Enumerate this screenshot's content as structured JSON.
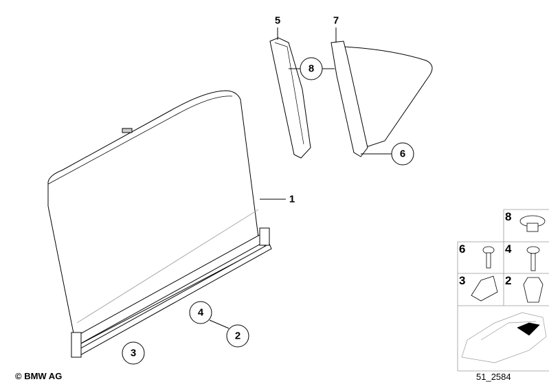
{
  "callouts": {
    "c1": "1",
    "c2": "2",
    "c3": "3",
    "c4": "4",
    "c5": "5",
    "c6": "6",
    "c7": "7",
    "c8": "8"
  },
  "legend": {
    "g8": "8",
    "g6": "6",
    "g4": "4",
    "g3": "3",
    "g2": "2"
  },
  "footer": {
    "copyright": "© BMW AG",
    "diagram_id": "51_2584"
  }
}
